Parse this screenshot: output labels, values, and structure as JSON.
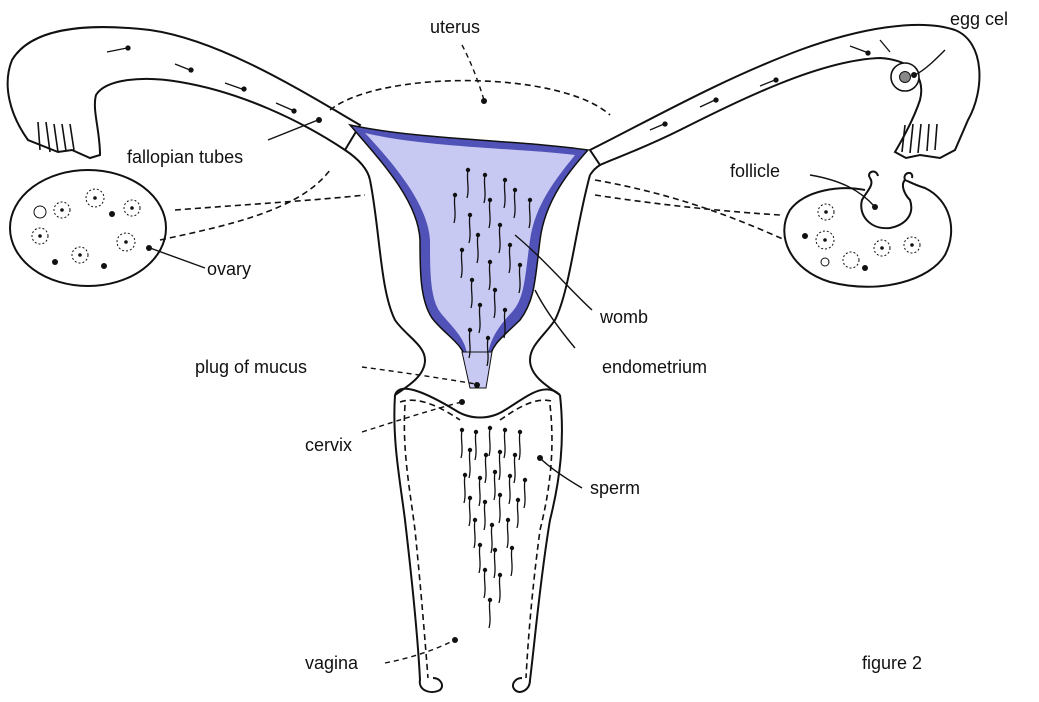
{
  "colors": {
    "tube_fill": "#c8c9f3",
    "endometrium": "#5152b8",
    "outline": "#111111",
    "background": "#ffffff"
  },
  "labels": {
    "uterus": "uterus",
    "egg_cell": "egg cel",
    "fallopian_tubes": "fallopian tubes",
    "follicle": "follicle",
    "ovary": "ovary",
    "womb": "womb",
    "endometrium": "endometrium",
    "plug_of_mucus": "plug of mucus",
    "cervix": "cervix",
    "sperm": "sperm",
    "vagina": "vagina",
    "figure_caption": "figure 2"
  }
}
